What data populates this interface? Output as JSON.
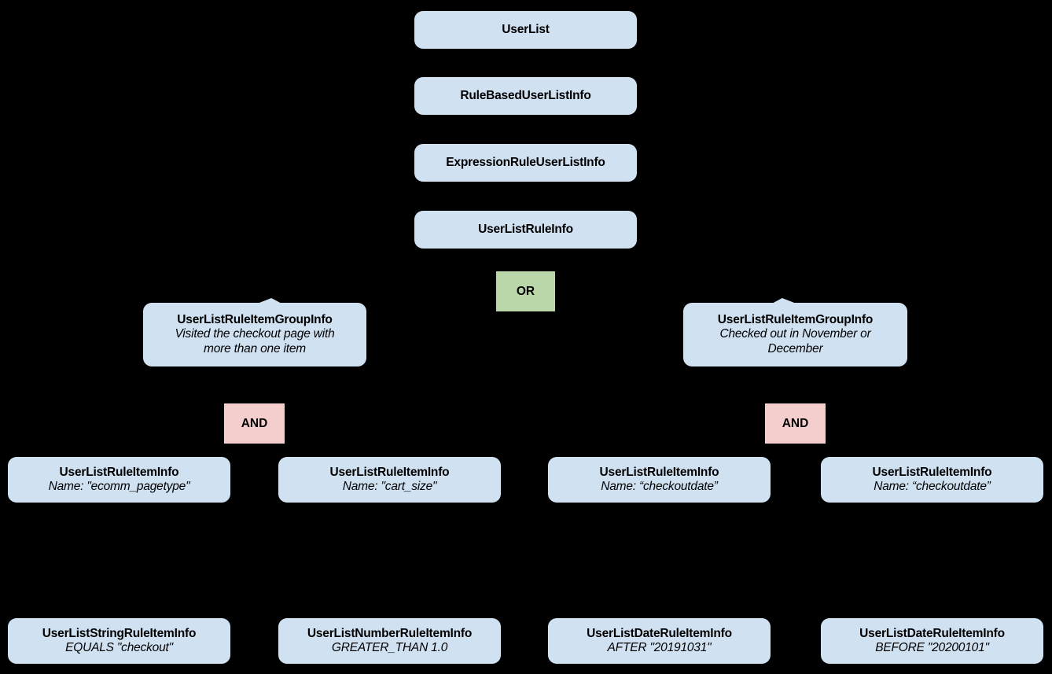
{
  "diagram": {
    "name": "UserList rule hierarchy",
    "background_color": "#000000",
    "class_node_color": "#d0e1f2",
    "or_node_color": "#b9d7a8",
    "and_node_color": "#f4cdcd",
    "text_color": "#000000"
  },
  "nodes": {
    "user_list": {
      "title": "UserList"
    },
    "rule_based_user_list_info": {
      "title": "RuleBasedUserListInfo"
    },
    "expression_rule_user_list_info": {
      "title": "ExpressionRuleUserListInfo"
    },
    "user_list_rule_info": {
      "title": "UserListRuleInfo"
    },
    "or_operator": {
      "label": "OR"
    },
    "and_operator_left": {
      "label": "AND"
    },
    "and_operator_right": {
      "label": "AND"
    },
    "group_left": {
      "title": "UserListRuleItemGroupInfo",
      "subtitle_line1": "Visited the checkout page with",
      "subtitle_line2": "more than one item"
    },
    "group_right": {
      "title": "UserListRuleItemGroupInfo",
      "subtitle_line1": "Checked out in November or",
      "subtitle_line2": "December"
    },
    "rule_item_1": {
      "title": "UserListRuleItemInfo",
      "subtitle": "Name: \"ecomm_pagetype\""
    },
    "rule_item_2": {
      "title": "UserListRuleItemInfo",
      "subtitle": "Name: \"cart_size\""
    },
    "rule_item_3": {
      "title": "UserListRuleItemInfo",
      "subtitle": "Name: “checkoutdate”"
    },
    "rule_item_4": {
      "title": "UserListRuleItemInfo",
      "subtitle": "Name: “checkoutdate”"
    },
    "leaf_1": {
      "title": "UserListStringRuleItemInfo",
      "subtitle": "EQUALS \"checkout\""
    },
    "leaf_2": {
      "title": "UserListNumberRuleItemInfo",
      "subtitle": "GREATER_THAN 1.0"
    },
    "leaf_3": {
      "title": "UserListDateRuleItemInfo",
      "subtitle": "AFTER \"20191031\""
    },
    "leaf_4": {
      "title": "UserListDateRuleItemInfo",
      "subtitle": "BEFORE \"20200101\""
    }
  }
}
